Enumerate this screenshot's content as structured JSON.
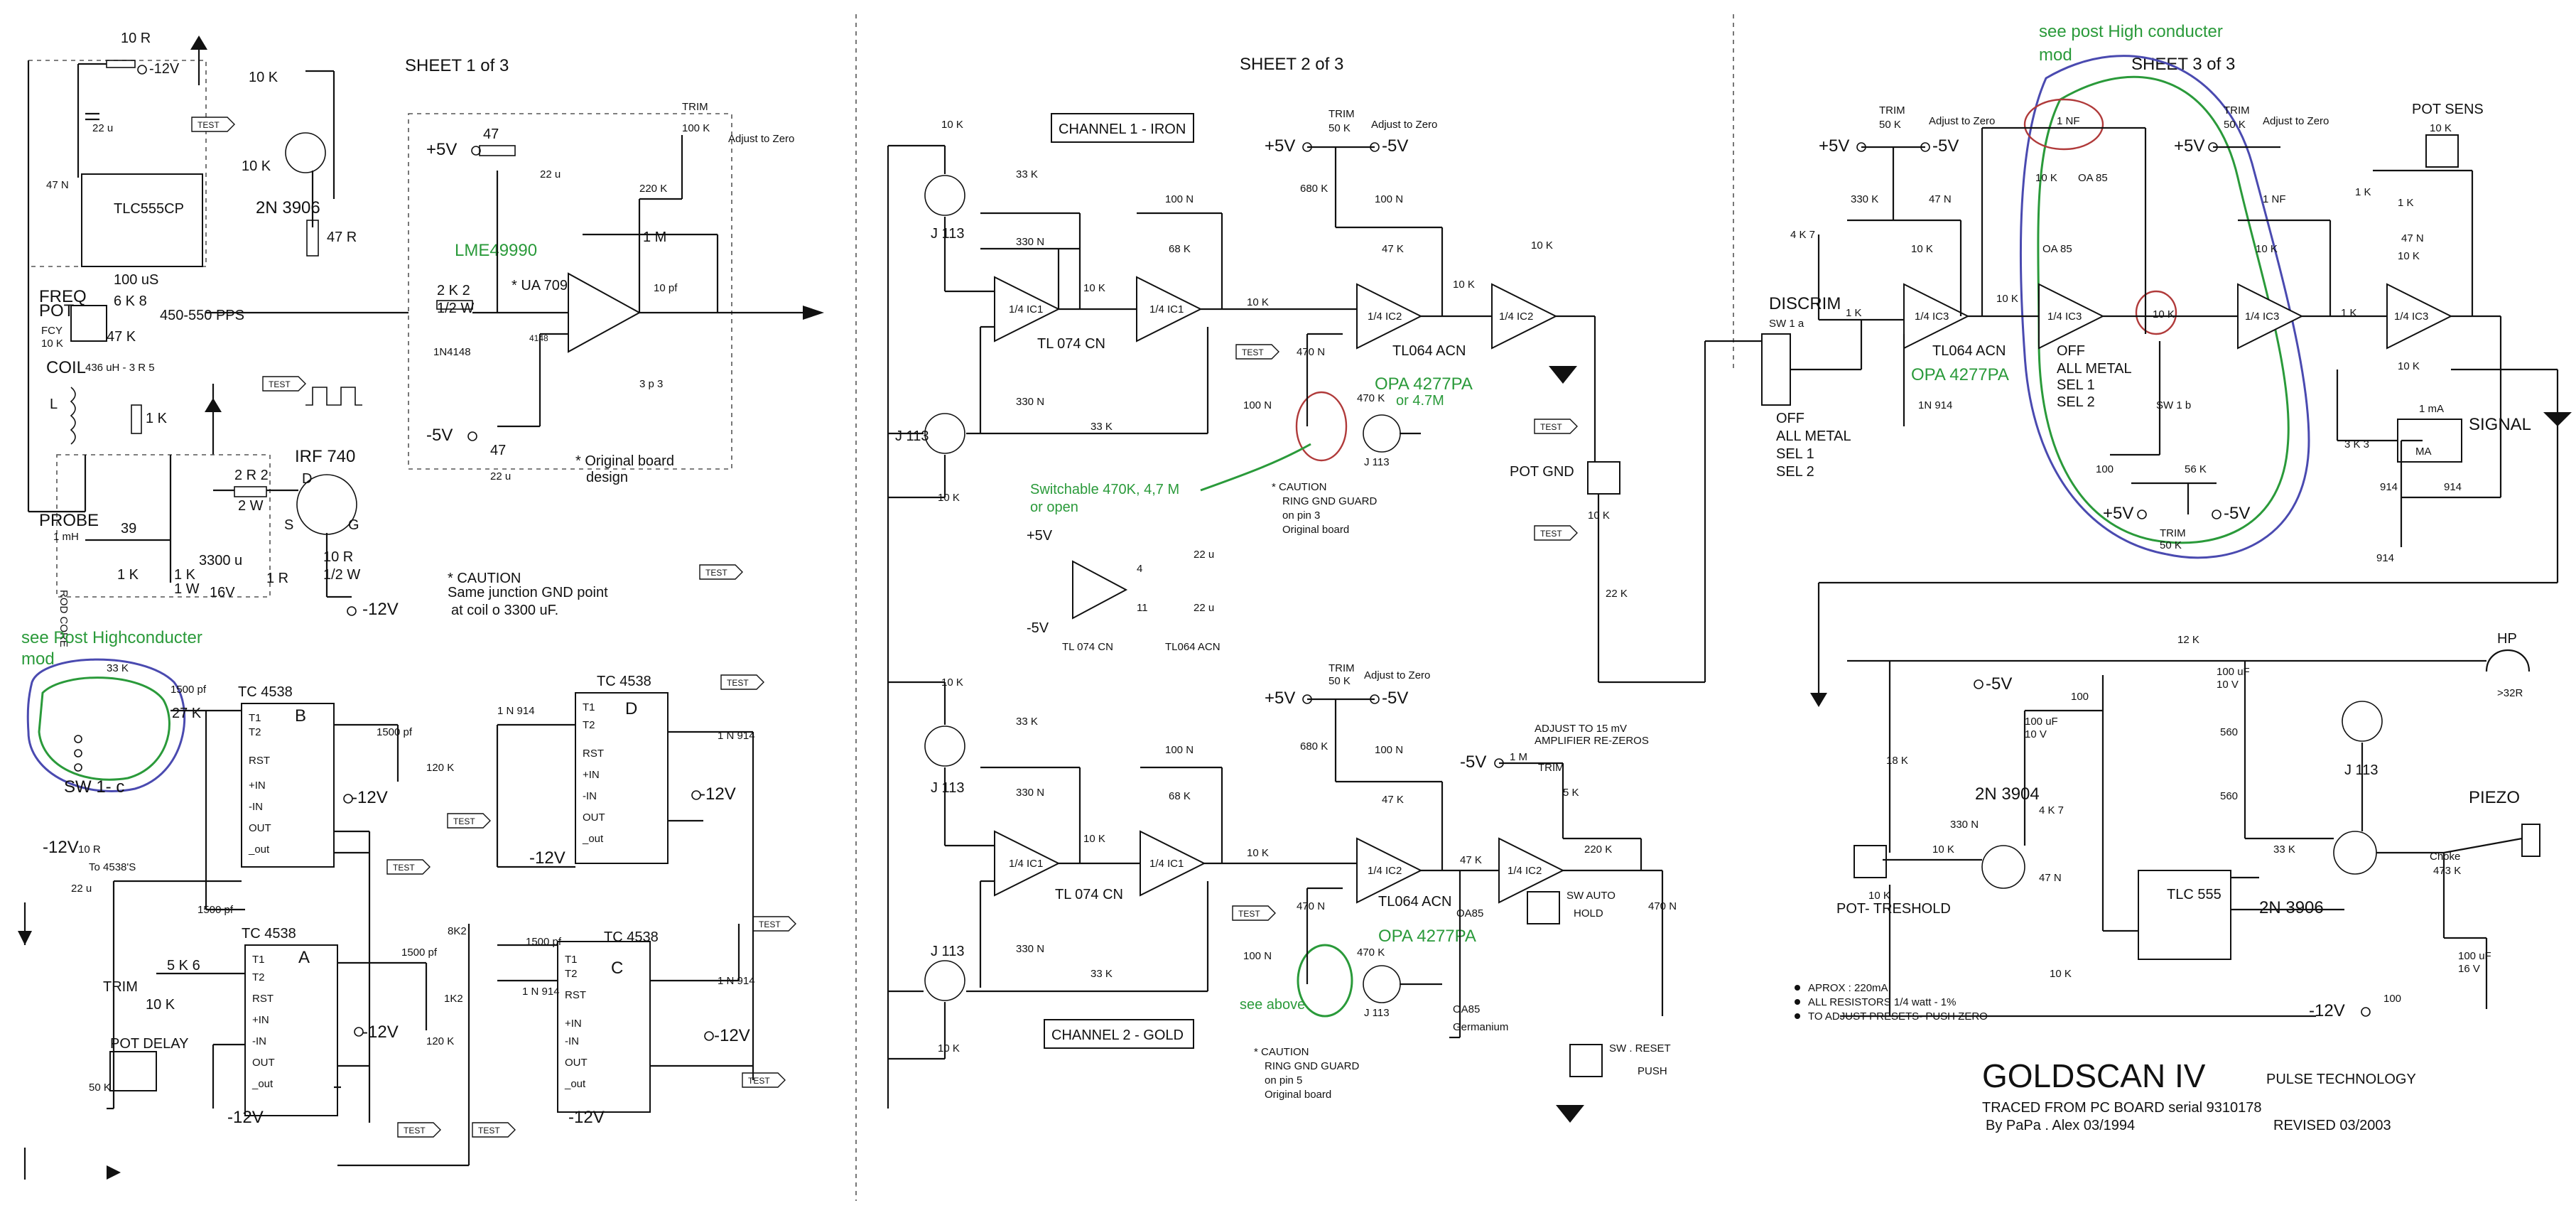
{
  "sheets": {
    "sheet1": "SHEET 1 of 3",
    "sheet2": "SHEET 2 of 3",
    "sheet3": "SHEET 3 of 3"
  },
  "title_block": {
    "title": "GOLDSCAN  IV",
    "maker": "PULSE TECHNOLOGY",
    "traced": "TRACED FROM PC BOARD serial 9310178",
    "author": "By PaPa . Alex     03/1994",
    "revised": "REVISED  03/2003"
  },
  "notes": {
    "power": "APROX :  220mA",
    "resistors": "ALL RESISTORS  1/4  watt - 1%",
    "presets": "TO ADJUST PRESETS- PUSH  ZERO",
    "caution_junction": "* CAUTION",
    "caution_junction_2": "Same junction GND point",
    "caution_junction_3": "at coil o 3300 uF.",
    "original_design": "* Original board",
    "original_design_2": "design",
    "caution_pin3": "*  CAUTION",
    "caution_pin3_2": "RING GND GUARD",
    "caution_pin3_3": "on pin 3",
    "caution_pin3_4": "Original board",
    "caution_pin5": "*  CAUTION",
    "caution_pin5_2": "RING GND GUARD",
    "caution_pin5_3": "on pin 5",
    "caution_pin5_4": "Original board",
    "adjust_mv": "ADJUST TO 15 mV",
    "adjust_mv_2": "AMPLIFIER RE-ZEROS"
  },
  "green_notes": {
    "lme": "LME49990",
    "opa_ch1": "OPA 4277PA",
    "opa_ch2": "OPA 4277PA",
    "opa_sh3": "OPA 4277PA",
    "switchable": "Switchable 470K, 4,7 M",
    "switchable_2": "or open",
    "or47": "or 4.7M",
    "see_above": "see above",
    "post_coil": "see Post Highconducter",
    "post_coil_2": "mod",
    "post_sh3": "see post High conducter",
    "post_sh3_2": "mod"
  },
  "sheet1": {
    "r10r_top": "10 R",
    "m12v_top": "-12V",
    "c22u": "22 u",
    "r10k_a": "10 K",
    "r10k_b": "10 K",
    "q_2n3906": "2N 3906",
    "r47r": "47  R",
    "c47n": "47 N",
    "ic555": "TLC555CP",
    "c100us": "100 uS",
    "r6k8": "6 K 8",
    "freq_pot": "FREQ",
    "freq_pot_2": "POT",
    "fcy": "FCY",
    "fcy10k": "10 K",
    "r47k": "47 K",
    "pps": "450-550 PPS",
    "coil": "COIL",
    "coil_val": "436 uH - 3 R 5",
    "r1k_coil": "1 K",
    "mosfet": "IRF 740",
    "r2r2": "2 R 2",
    "r2w": "2 W",
    "probe": "PROBE",
    "probe_l": "1 mH",
    "probe_rod": "ROD CORE",
    "r39": "39",
    "r1k_p": "1 K",
    "r1k_1w": "1 K",
    "w1": "1 W",
    "c3300": "3300 u",
    "v16": "16V",
    "r1r": "1 R",
    "r10r_g": "10 R",
    "r10r_g2": "1/2 W",
    "m12v_mid": "-12V",
    "p5v": "+5V",
    "r47": "47",
    "c22u_b": "22 u",
    "trim": "TRIM",
    "trim100k": "100 K",
    "adjust_zero": "Adjust to Zero",
    "r220k": "220 K",
    "r1m": "1 M",
    "c10pf": "10 pf",
    "ua709": "* UA 709",
    "r2k2": "2 K 2",
    "r2k2w": "1/2 W",
    "d1n4148": "1N4148",
    "d4148": "4148",
    "c3p3": "3 p 3",
    "m5v": "-5V",
    "r47b": "47",
    "c22u_c": "22 u",
    "sw1c": "SW 1- c",
    "r33k": "33 K",
    "c1500a": "1500 pf",
    "r27k": "27 K",
    "tc4538_b": "TC 4538",
    "b_letter": "B",
    "c1500b": "1500 pf",
    "r120k_a": "120 K",
    "m12v_b": "-12V",
    "m12v_c": "-12V",
    "r10r_c": "10 R",
    "to4538": "To 4538'S",
    "c22u_d": "22 u",
    "c1500c": "1500 pf",
    "tc4538_a": "TC 4538",
    "a_letter": "A",
    "r5k6": "5 K 6",
    "trim_b": "TRIM",
    "trim10k": "10 K",
    "pot_delay": "POT DELAY",
    "pd50k": "50 K",
    "c1500d": "1500 pf",
    "r120k_b": "120 K",
    "m12v_d": "-12V",
    "m12v_e": "-12V",
    "tc4538_d": "TC 4538",
    "d_letter": "D",
    "d1n914a": "1 N 914",
    "d1n914b": "1 N 914",
    "m12v_f": "-12V",
    "m12v_g": "-12V",
    "tc4538_c": "TC 4538",
    "c_letter": "C",
    "r8k2": "8K2",
    "r1k2": "1K2",
    "c1500e": "1500 pf",
    "d1n914c": "1 N 914",
    "d1n914d": "1 N 914",
    "m12v_h": "-12V",
    "m12v_i": "-12V"
  },
  "sheet2": {
    "ch1": "CHANNEL 1 - IRON",
    "ch2": "CHANNEL 2 - GOLD",
    "r10k_1": "10 K",
    "r33k_1": "33 K",
    "j113_1": "J 113",
    "c330n_1": "330 N",
    "ic1_1": "1/4 IC1",
    "tl074": "TL 074 CN",
    "r10k_2": "10 K",
    "c100n_1": "100 N",
    "r68k_1": "68 K",
    "ic1_2": "1/4 IC1",
    "c330n_2": "330 N",
    "j113_2": "J 113",
    "r33k_2": "33 K",
    "r10k_3": "10 K",
    "p5v": "+5V",
    "m5v": "-5V",
    "trim50k": "50 K",
    "adjust_zero": "Adjust to Zero",
    "r680k": "680 K",
    "c100n_2": "100 N",
    "r47k_1": "47 K",
    "ic2_1": "1/4 IC2",
    "tl064": "TL064 ACN",
    "r10k_4": "10 K",
    "c470n": "470 N",
    "r10k_5": "10 K",
    "ic2_2": "1/4 IC2",
    "r10k_6": "10 K",
    "c100n_3": "100 N",
    "r470k": "470 K",
    "j113_3": "J 113",
    "pot_gnd": "POT GND",
    "pg10k": "10 K",
    "r22k": "22 K",
    "trim_pow_p5": "+5V",
    "trim_pow_m5": "-5V",
    "c22u_p": "22 u",
    "c22u_m": "22 u",
    "tl074_b": "TL 074 CN",
    "tl064_b": "TL064 ACN",
    "pin4": "4",
    "pin11": "11",
    "r10k_7": "10 K",
    "r33k_3": "33 K",
    "j113_4": "J 113",
    "c330n_3": "330 N",
    "ic1_3": "1/4 IC1",
    "tl074_c": "TL 074 CN",
    "r10k_8": "10 K",
    "c100n_4": "100 N",
    "r68k_2": "68 K",
    "ic1_4": "1/4 IC1",
    "c330n_4": "330 N",
    "j113_5": "J 113",
    "r33k_4": "33 K",
    "r10k_9": "10 K",
    "p5v_2": "+5V",
    "m5v_2": "-5V",
    "trim50k_2": "50 K",
    "adjust_zero_2": "Adjust to Zero",
    "r680k_2": "680 K",
    "c100n_5": "100 N",
    "r47k_2": "47 K",
    "ic2_3": "1/4 IC2",
    "tl064_c": "TL064 ACN",
    "r10k_10": "10 K",
    "c470n_2": "470 N",
    "c100n_6": "100 N",
    "r470k_2": "470 K",
    "j113_6": "J 113",
    "m5v_3": "-5V",
    "r1m": "1 M",
    "trim_c": "TRIM",
    "trim5k": "5 K",
    "r47k_3": "47 K",
    "ic2_4": "1/4 IC2",
    "r220k": "220 K",
    "c470n_3": "470 N",
    "oa85": "OA85",
    "sw_auto": "SW AUTO",
    "sw_auto_2": "HOLD",
    "oa85_ge": "OA85",
    "germanium": "Germanium",
    "sw_reset": "SW . RESET",
    "push": "PUSH"
  },
  "sheet3": {
    "discrim": "DISCRIM",
    "sw1a": "SW 1 a",
    "off": "OFF",
    "all_metal": "ALL METAL",
    "sel1": "SEL 1",
    "sel2": "SEL 2",
    "p5v": "+5V",
    "m5v": "-5V",
    "trim": "TRIM",
    "trim50k": "50 K",
    "adjust_zero": "Adjust to Zero",
    "r330k": "330 K",
    "c47n": "47 N",
    "r4k7": "4 K 7",
    "r10k_1": "10 K",
    "r1k": "1 K",
    "ic3_1": "1/4 IC3",
    "tl064": "TL064 ACN",
    "d1n914": "1N 914",
    "c1nf": "1 NF",
    "r10k_2": "10 K",
    "oa85": "OA 85",
    "r10k_3": "10 K",
    "oa85_b": "OA 85",
    "ic3_2": "1/4 IC3",
    "off_b": "OFF",
    "all_metal_b": "ALL METAL",
    "sel1_b": "SEL 1",
    "sel2_b": "SEL 2",
    "pot10k": "10 K",
    "sw1b": "SW 1 b",
    "r100": "100",
    "r56k": "56 K",
    "p5v_b": "+5V",
    "m5v_b": "-5V",
    "trim_b": "TRIM",
    "trim50k_b": "50 K",
    "p5v_c": "+5V",
    "trim_c": "TRIM",
    "trim50k_c": "50 K",
    "adjust_zero_c": "Adjust to Zero",
    "c1nf_b": "1 NF",
    "r10k_4": "10 K",
    "ic3_3": "1/4 IC3",
    "r1k_b": "1 K",
    "r1k_c": "1 K",
    "c47n_b": "47 N",
    "r10k_5": "10 K",
    "r1k_d": "1 K",
    "ic3_4": "1/4 IC3",
    "pot_sens": "POT SENS",
    "ps10k": "10 K",
    "r10k_6": "10 K",
    "r3k3": "3 K 3",
    "meter": "1 mA",
    "signal": "SIGNAL",
    "ma": "MA",
    "d914a": "914",
    "d914b": "914",
    "d914c": "914",
    "m5v_c": "-5V",
    "r12k": "12 K",
    "c100uf": "100 uF",
    "c10v": "10 V",
    "hp": "HP",
    "hp32": ">32R",
    "r18k": "18 K",
    "r100b": "100",
    "c100uf_b": "100 uF",
    "c10v_b": "10 V",
    "r560a": "560",
    "j113": "J 113",
    "q2n3904": "2N 3904",
    "c330n": "330 N",
    "r560b": "560",
    "r10k_7": "10 K",
    "c47n_c": "47 N",
    "ic555": "TLC 555",
    "r33k": "33 K",
    "q2n3906": "2N 3906",
    "piezo": "PIEZO",
    "choke": "Choke",
    "choke_v": "473 K",
    "pot_treshold": "POT- TRESHOLD",
    "pt10k": "10 K",
    "r10k_8": "10 K",
    "c100uf_c": "100 uF",
    "c16v": "16 V",
    "m12v": "-12V",
    "r100c": "100"
  },
  "test_label": "TEST"
}
